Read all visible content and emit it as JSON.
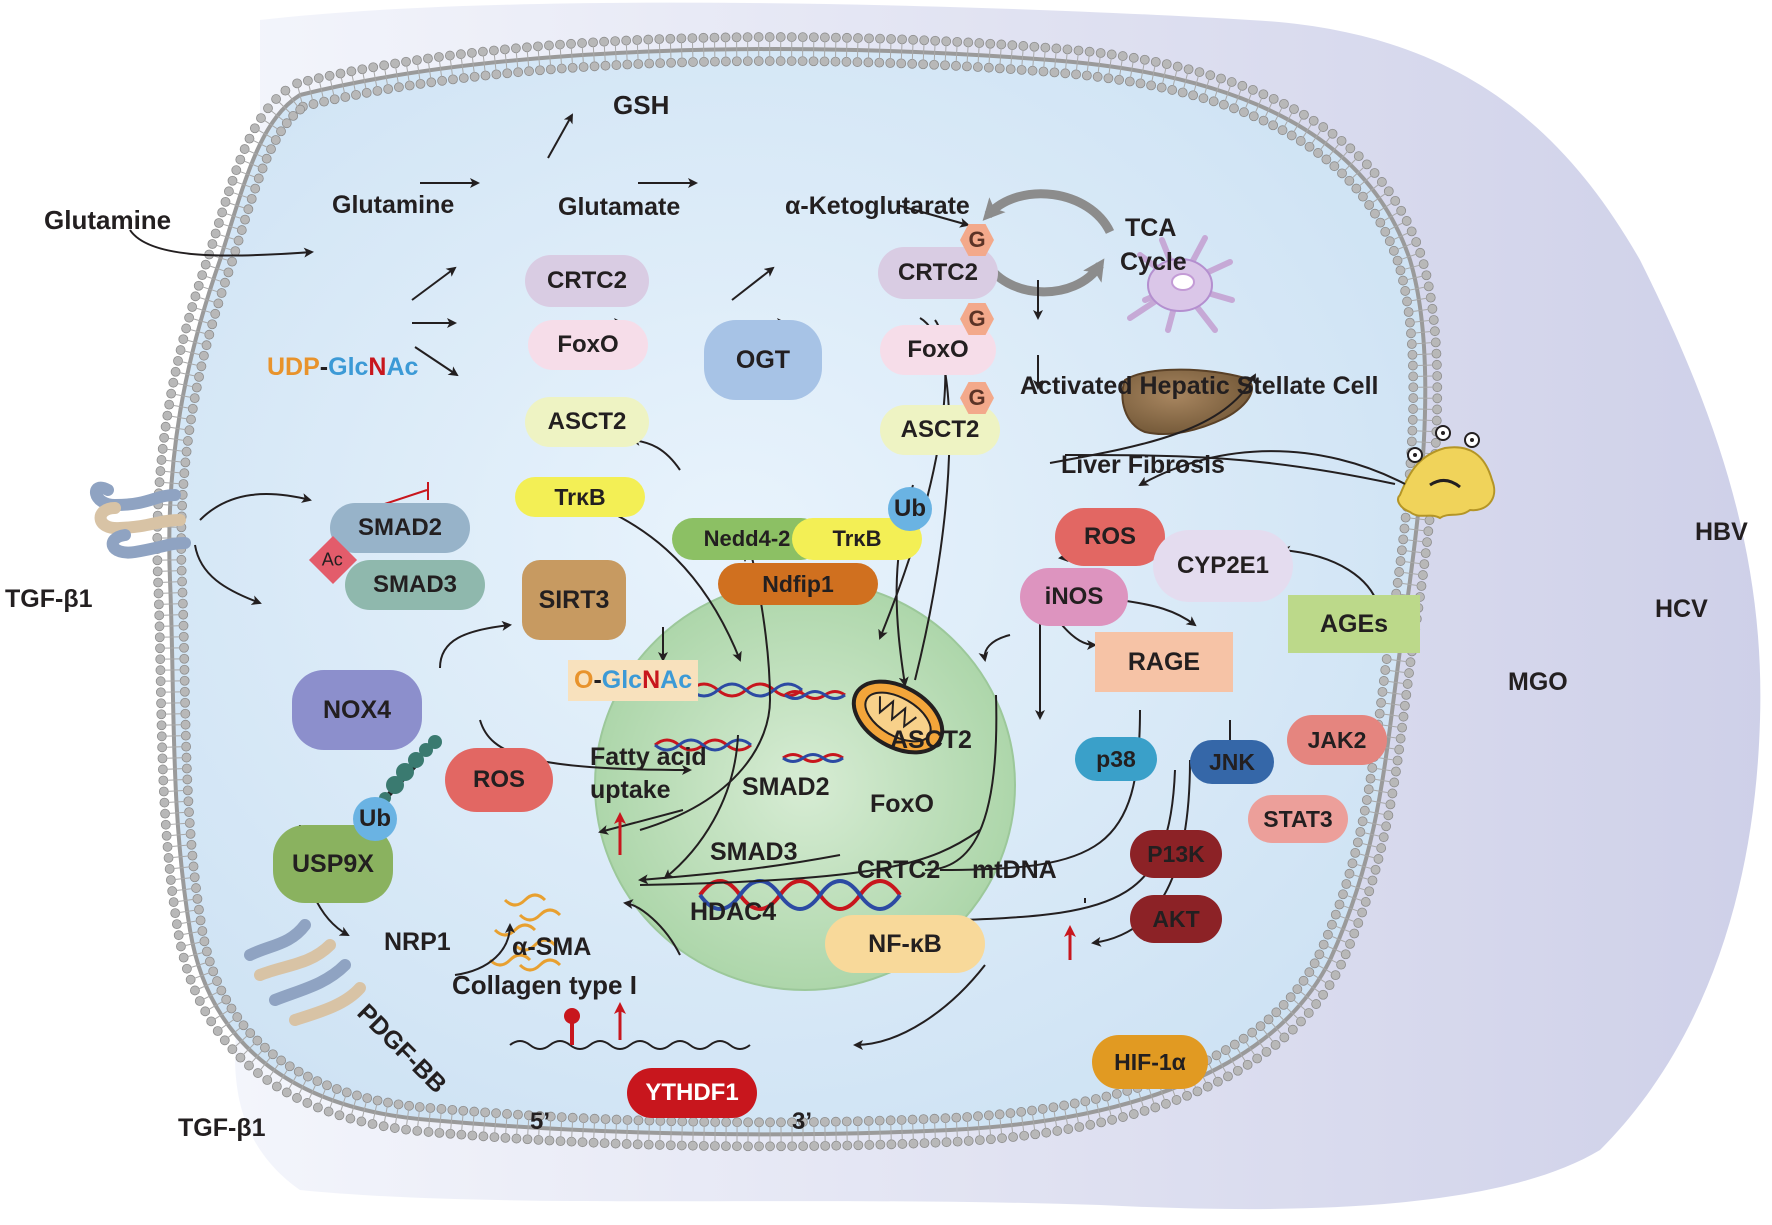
{
  "metabolism": {
    "glutamine_outside": "Glutamine",
    "glutamine": "Glutamine",
    "glutamate": "Glutamate",
    "gsh": "GSH",
    "akg": "α-Ketoglutarate",
    "tca_line1": "TCA",
    "tca_line2": "Cycle",
    "activated_hsc": "Activated Hepatic Stellate Cell",
    "liver_fibrosis": "Liver Fibrosis"
  },
  "hexosamine": {
    "udp": "UDP",
    "dash": "-",
    "glc": "Glc",
    "n": "N",
    "ac": "Ac",
    "crtc2": "CRTC2",
    "foxo": "FoxO",
    "asct2": "ASCT2",
    "ogt": "OGT",
    "crtc2_g": "CRTC2",
    "foxo_g": "FoxO",
    "asct2_g": "ASCT2",
    "g_mark": "G"
  },
  "left_pathway": {
    "tgfb1_top": "TGF-β1",
    "tgfb1_bottom": "TGF-β1",
    "smad2": "SMAD2",
    "smad3": "SMAD3",
    "ac": "Ac",
    "trkb": "TrκB",
    "nedd4": "Nedd4-2",
    "trkb2": "TrκB",
    "ub1": "Ub",
    "ndfip1": "Ndfip1",
    "sirt3": "SIRT3",
    "nox4": "NOX4",
    "ros": "ROS",
    "oglc_o": "O",
    "oglc_dash": "-",
    "oglc_glc": "Glc",
    "oglc_n": "N",
    "oglc_ac": "Ac",
    "fatty1": "Fatty acid",
    "fatty2": "uptake",
    "usp9x": "USP9X",
    "ub2": "Ub",
    "nrp1": "NRP1",
    "pdgfbb": "PDGF-BB",
    "asma": "α-SMA",
    "collagen": "Collagen type I",
    "ythdf1": "YTHDF1",
    "five_prime": "5’",
    "three_prime": "3’"
  },
  "nucleus": {
    "smad2": "SMAD2",
    "smad3": "SMAD3",
    "hdac4": "HDAC4",
    "asct2": "ASCT2",
    "foxo": "FoxO",
    "crtc2": "CRTC2",
    "mtdna": "mtDNA",
    "nfkb": "NF-κB"
  },
  "right_pathway": {
    "ros": "ROS",
    "inos": "iNOS",
    "cyp2e1": "CYP2E1",
    "hbv": "HBV",
    "hcv": "HCV",
    "ages": "AGEs",
    "mgo": "MGO",
    "rage": "RAGE",
    "p38": "p38",
    "jnk": "JNK",
    "jak2": "JAK2",
    "stat3": "STAT3",
    "p13k": "P13K",
    "akt": "AKT",
    "hif1a": "HIF-1α"
  },
  "colors": {
    "membrane_head": "#b3b3b3",
    "cytoplasm": "#dcecf8",
    "nucleus": "#bfe0bf",
    "arrow": "#231f20",
    "up_arrow": "#c8161d",
    "udp_orange": "#e8932c",
    "glc_blue": "#3c9ad6",
    "n_red": "#c8161d"
  }
}
